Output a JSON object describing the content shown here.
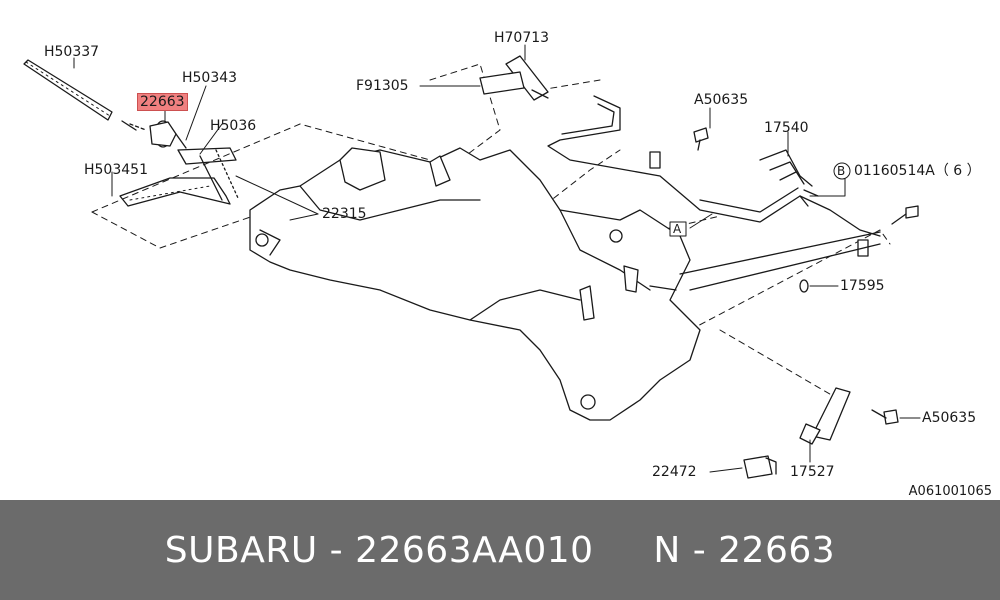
{
  "callouts": {
    "h50337": "H50337",
    "h70713": "H70713",
    "f91305": "F91305",
    "p22663": "22663",
    "h50343": "H50343",
    "a50635_top": "A50635",
    "h5036": "H5036",
    "p17540": "17540",
    "h503451": "H503451",
    "bolt_01160514a_prefix": "B",
    "bolt_01160514a": "01160514A（ 6 ）",
    "p22315": "22315",
    "marker_a": "A",
    "p17595": "17595",
    "a50635_bottom": "A50635",
    "p22472": "22472",
    "p17527": "17527"
  },
  "reference_code": "A061001065",
  "footer": {
    "brand": "SUBARU",
    "separator": "-",
    "part_number": "22663AA010",
    "n_label": "N",
    "n_separator": "-",
    "n_value": "22663"
  },
  "colors": {
    "highlight": "#f08080",
    "footer_band": "#6b6b6b",
    "footer_text": "#ffffff",
    "line": "#1a1a1a"
  }
}
